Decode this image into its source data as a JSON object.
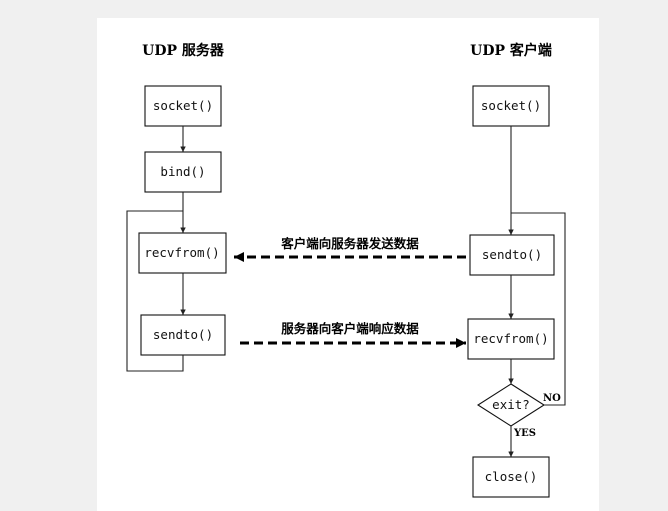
{
  "server": {
    "title": "UDP 服务器",
    "socket": "socket()",
    "bind": "bind()",
    "recvfrom": "recvfrom()",
    "sendto": "sendto()"
  },
  "client": {
    "title": "UDP 客户端",
    "socket": "socket()",
    "sendto": "sendto()",
    "recvfrom": "recvfrom()",
    "decision": "exit?",
    "close": "close()"
  },
  "messages": {
    "client_to_server": "客户端向服务器发送数据",
    "server_to_client": "服务器向客户端响应数据"
  },
  "decision_labels": {
    "no": "NO",
    "yes": "YES"
  }
}
